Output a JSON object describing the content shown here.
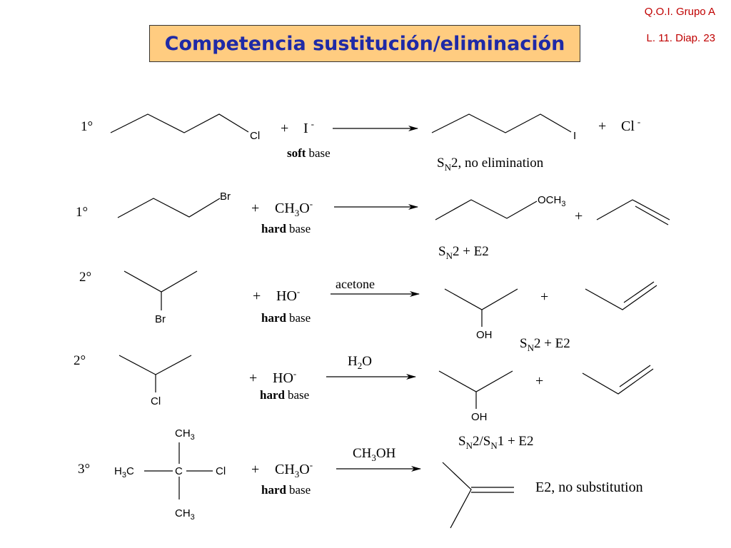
{
  "header": {
    "course": "Q.O.I. Grupo A",
    "slide": "L. 11. Diap. 23"
  },
  "title": "Competencia sustitución/eliminación",
  "rows": [
    {
      "degree": "1°",
      "substrate_leaving": "Cl",
      "plus": "+",
      "reagent_main": "I",
      "reagent_charge": "-",
      "base_strength": "soft",
      "base_word": "base",
      "product_group": "I",
      "byproduct_plus": "+",
      "byproduct": "Cl",
      "byproduct_charge": "-",
      "result_s": "S",
      "result_n": "N",
      "result_text": "2, no elimination"
    },
    {
      "degree": "1°",
      "substrate_leaving": "Br",
      "plus": "+",
      "reagent_pre": "CH",
      "reagent_sub": "3",
      "reagent_post": "O",
      "reagent_charge": "-",
      "base_strength": "hard",
      "base_word": "base",
      "product_group_pre": "OCH",
      "product_group_sub": "3",
      "alkene_plus": "+",
      "result_s": "S",
      "result_n": "N",
      "result_text": "2 + E2"
    },
    {
      "degree": "2°",
      "substrate_leaving": "Br",
      "plus": "+",
      "reagent_main": "HO",
      "reagent_charge": "-",
      "base_strength": "hard",
      "base_word": "base",
      "condition": "acetone",
      "product_group": "OH",
      "alkene_plus": "+",
      "result_s": "S",
      "result_n": "N",
      "result_text": "2 + E2"
    },
    {
      "degree": "2°",
      "substrate_leaving": "Cl",
      "plus": "+",
      "reagent_main": "HO",
      "reagent_charge": "-",
      "base_strength": "hard",
      "base_word": "base",
      "condition_pre": "H",
      "condition_sub": "2",
      "condition_post": "O",
      "product_group": "OH",
      "alkene_plus": "+",
      "result_s1": "S",
      "result_n1": "N",
      "result_mid": "2/S",
      "result_n2": "N",
      "result_end": "1 + E2"
    },
    {
      "degree": "3°",
      "ch3_top": "CH",
      "ch3_top_sub": "3",
      "ch3_left_pre": "H",
      "ch3_left_sub": "3",
      "ch3_left_post": "C",
      "center_c": "C",
      "substrate_leaving": "Cl",
      "ch3_bottom": "CH",
      "ch3_bottom_sub": "3",
      "plus": "+",
      "reagent_pre": "CH",
      "reagent_sub": "3",
      "reagent_post": "O",
      "reagent_charge": "-",
      "base_strength": "hard",
      "base_word": "base",
      "condition_pre": "CH",
      "condition_sub": "3",
      "condition_post": "OH",
      "result_text": "E2, no substitution"
    }
  ]
}
